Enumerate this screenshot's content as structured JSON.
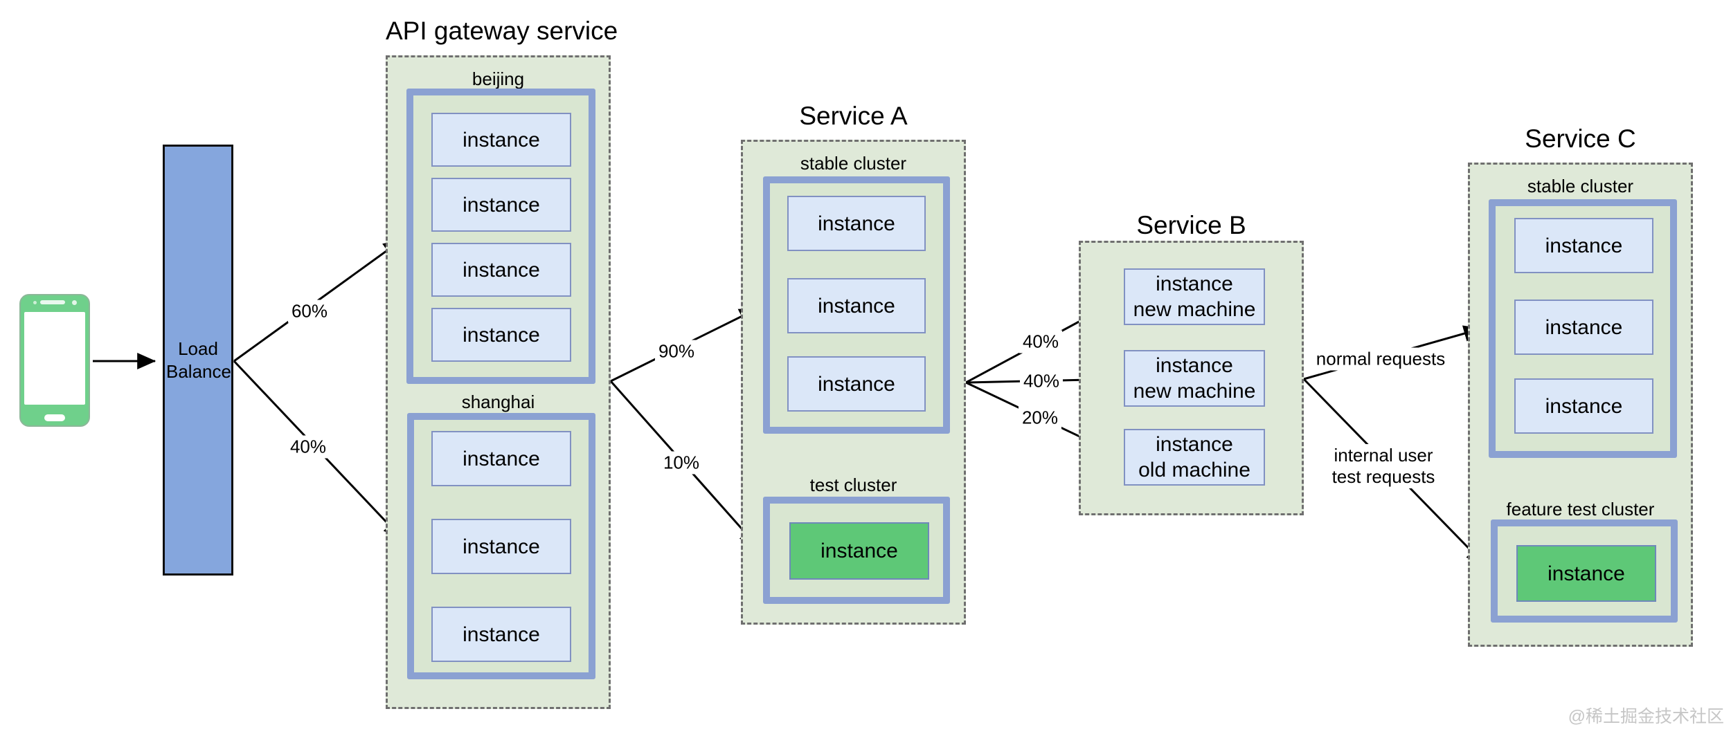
{
  "load_balancer": {
    "label": "Load Balance"
  },
  "api_gateway": {
    "title": "API gateway service",
    "beijing": {
      "label": "beijing",
      "instances": [
        "instance",
        "instance",
        "instance",
        "instance"
      ]
    },
    "shanghai": {
      "label": "shanghai",
      "instances": [
        "instance",
        "instance",
        "instance"
      ]
    }
  },
  "service_a": {
    "title": "Service A",
    "stable": {
      "label": "stable cluster",
      "instances": [
        "instance",
        "instance",
        "instance"
      ]
    },
    "test": {
      "label": "test cluster",
      "instances": [
        "instance"
      ]
    }
  },
  "service_b": {
    "title": "Service B",
    "instances": [
      {
        "line1": "instance",
        "line2": "new machine"
      },
      {
        "line1": "instance",
        "line2": "new machine"
      },
      {
        "line1": "instance",
        "line2": "old machine"
      }
    ]
  },
  "service_c": {
    "title": "Service C",
    "stable": {
      "label": "stable cluster",
      "instances": [
        "instance",
        "instance",
        "instance"
      ]
    },
    "feature_test": {
      "label": "feature test cluster",
      "instances": [
        "instance"
      ]
    }
  },
  "edge_labels": {
    "lb_beijing": "60%",
    "lb_shanghai": "40%",
    "gw_stable": "90%",
    "gw_test": "10%",
    "a_b_new1": "40%",
    "a_b_new2": "40%",
    "a_b_old": "20%",
    "b_c_normal": "normal requests",
    "b_c_internal": "internal user test requests"
  },
  "watermark": "@稀土掘金技术社区",
  "colors": {
    "group_bg": "#dfe9d8",
    "cluster_bg": "#d9e6d1",
    "cluster_border": "#8ba1d2",
    "instance_fill": "#dbe7f8",
    "instance_border": "#8191c2",
    "green_fill": "#5ec877",
    "green_border": "#6f88ba",
    "lb_fill": "#85a6dd",
    "phone_green": "#6fd08b",
    "dash_border": "#6f6f6f",
    "arrow": "#000000"
  }
}
